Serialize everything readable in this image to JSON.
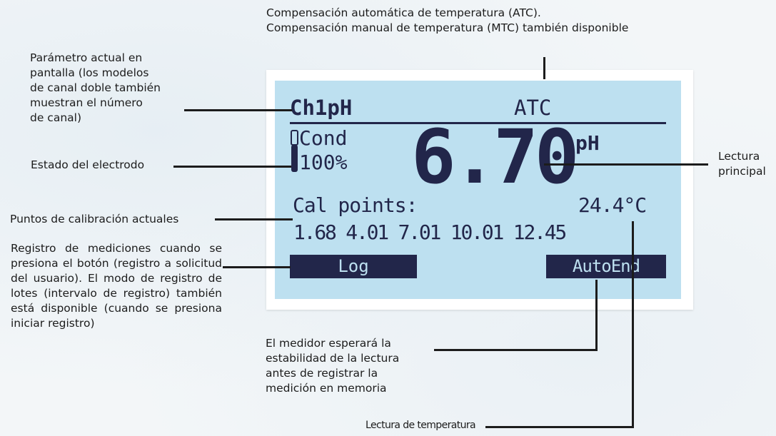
{
  "annotations": {
    "atc_note": "Compensación automática de temperatura (ATC).\nCompensación manual de temperatura (MTC) también disponible",
    "parameter": "Parámetro actual en\npantalla (los modelos\nde canal doble también\nmuestran el número\nde canal)",
    "electrode": "Estado del electrodo",
    "calibration": "Puntos de calibración actuales",
    "logging": "Registro de mediciones cuando se presiona el botón (registro a solicitud del usuario). El modo de registro de lotes (intervalo de registro) también está disponible (cuando se presiona iniciar registro)",
    "autoend": "El medidor esperará la\nestabilidad de la lectura\nantes de registrar la\nmedición en memoria",
    "temperature": "Lectura de temperatura",
    "main_reading": "Lectura\nprincipal"
  },
  "display": {
    "channel_param": "Ch1pH",
    "atc": "ATC",
    "electrode_label": "Cond",
    "electrode_percent": "100%",
    "reading": "6.70",
    "unit": "pH",
    "cal_points_label": "Cal points:",
    "temperature": "24.4°C",
    "cal_points": "1.68 4.01 7.01 10.01 12.45",
    "log_key": "Log",
    "autoend_key": "AutoEnd"
  },
  "colors": {
    "lcd_background": "#bde0f0",
    "lcd_segments": "#22264a",
    "text": "#1c1c1c"
  }
}
